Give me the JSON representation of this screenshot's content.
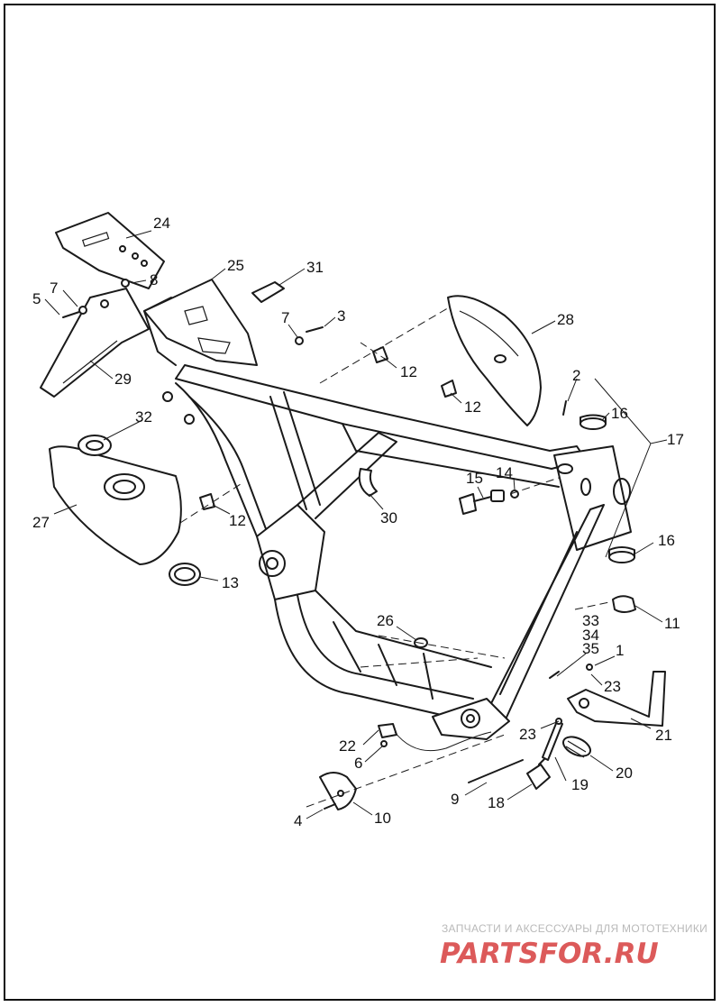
{
  "callouts": [
    {
      "n": "24"
    },
    {
      "n": "25"
    },
    {
      "n": "31"
    },
    {
      "n": "8"
    },
    {
      "n": "7"
    },
    {
      "n": "5"
    },
    {
      "n": "3"
    },
    {
      "n": "7"
    },
    {
      "n": "29"
    },
    {
      "n": "12"
    },
    {
      "n": "12"
    },
    {
      "n": "28"
    },
    {
      "n": "2"
    },
    {
      "n": "16"
    },
    {
      "n": "17"
    },
    {
      "n": "32"
    },
    {
      "n": "15"
    },
    {
      "n": "14"
    },
    {
      "n": "30"
    },
    {
      "n": "12"
    },
    {
      "n": "27"
    },
    {
      "n": "13"
    },
    {
      "n": "16"
    },
    {
      "n": "11"
    },
    {
      "n": "26"
    },
    {
      "n": "33"
    },
    {
      "n": "34"
    },
    {
      "n": "35"
    },
    {
      "n": "1"
    },
    {
      "n": "23"
    },
    {
      "n": "23"
    },
    {
      "n": "21"
    },
    {
      "n": "22"
    },
    {
      "n": "6"
    },
    {
      "n": "20"
    },
    {
      "n": "19"
    },
    {
      "n": "9"
    },
    {
      "n": "18"
    },
    {
      "n": "4"
    },
    {
      "n": "10"
    }
  ],
  "watermark": {
    "top": "ЗАПЧАСТИ И АКСЕССУАРЫ ДЛЯ МОТОТЕХНИКИ",
    "main": "PARTSFOR.RU"
  },
  "colors": {
    "line": "#1a1a1a",
    "watermark_red": "#dc5a5a",
    "watermark_grey": "#b9b9b9"
  }
}
